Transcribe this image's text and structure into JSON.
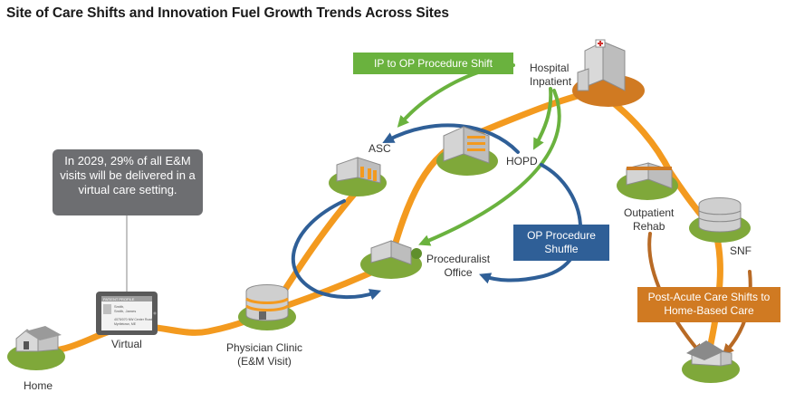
{
  "title": "Site of Care Shifts and Innovation Fuel Growth Trends Across Sites",
  "sites": {
    "home": "Home",
    "virtual": "Virtual",
    "physician_clinic": "Physician Clinic\n(E&M Visit)",
    "asc": "ASC",
    "hopd": "HOPD",
    "hospital_inpatient": "Hospital\nInpatient",
    "proceduralist_office": "Proceduralist\nOffice",
    "outpatient_rehab": "Outpatient\nRehab",
    "snf": "SNF"
  },
  "callouts": {
    "virtual": "In 2029, 29% of all E&M visits will be delivered in a virtual care setting."
  },
  "tags": {
    "ip_to_op": "IP to OP Procedure Shift",
    "op_shuffle": "OP Procedure\nShuffle",
    "post_acute": "Post-Acute Care Shifts to\nHome-Based Care"
  },
  "tablet_card": {
    "header": "PATIENT PROFILE",
    "name_line1": "Smith,",
    "name_line2": "Smith, James",
    "address_line1": "4075/070 NW Center Road",
    "address_line2": "Myrtletown, ME"
  },
  "colors": {
    "orange_path": "#f39a1f",
    "green_arrow": "#6ab23e",
    "blue_arrow": "#2f5f97",
    "brown_arrow": "#b86a25",
    "callout_gray": "#6d6e71",
    "ground_green": "#7fa83a"
  }
}
